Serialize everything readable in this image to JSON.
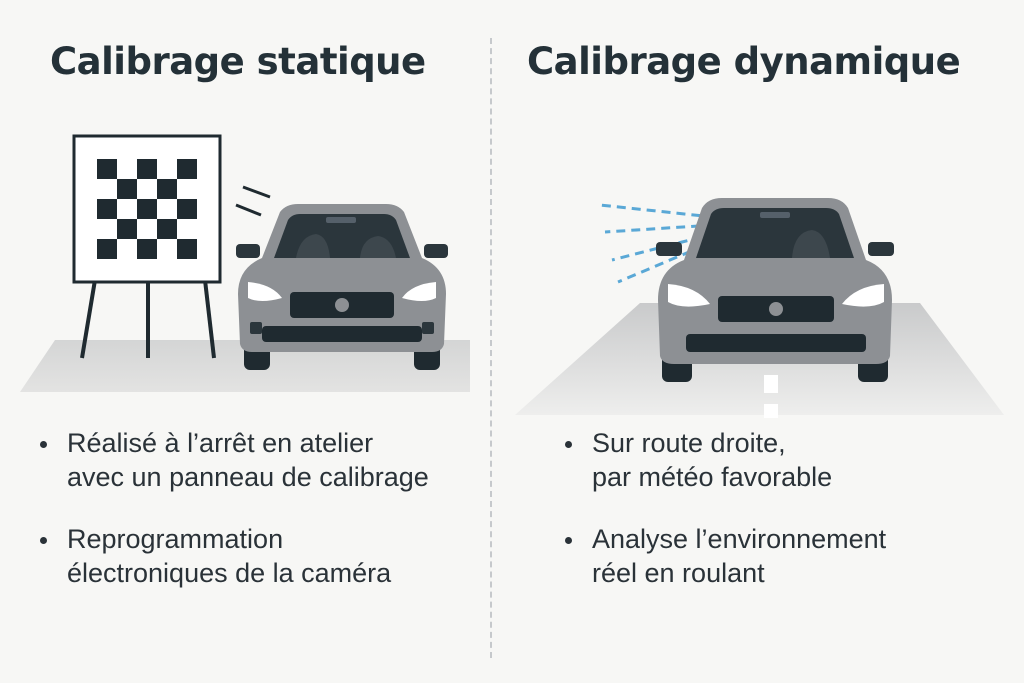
{
  "left": {
    "title": "Calibrage statique",
    "bullets": [
      {
        "line1": "Réalisé à l’arrêt en atelier",
        "line2": "avec un panneau de calibrage"
      },
      {
        "line1": "Reprogrammation",
        "line2": "électroniques de la caméra"
      }
    ]
  },
  "right": {
    "title": "Calibrage dynamique",
    "bullets": [
      {
        "line1": "Sur route droite,",
        "line2": "par météo favorable"
      },
      {
        "line1": "Analyse l’environnement",
        "line2": "réel en roulant"
      }
    ]
  },
  "colors": {
    "background": "#f7f7f5",
    "title": "#243138",
    "car_body": "#8d9094",
    "dark": "#1f2a30",
    "ground": "#dcdcda",
    "beam": "#5aa8d6"
  },
  "icons": [
    "calibration-target-icon",
    "car-front-icon",
    "camera-beam-icon",
    "road-icon"
  ]
}
